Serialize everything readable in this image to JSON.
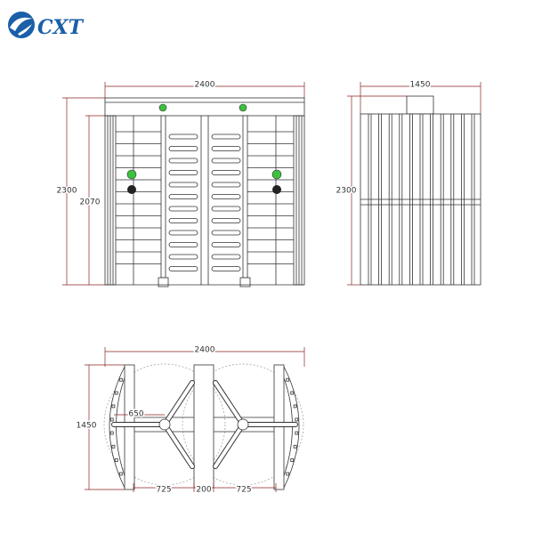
{
  "logo": {
    "text": "CXT"
  },
  "front_view": {
    "width_label": "2400",
    "height_label": "2300",
    "inner_height_label": "2070"
  },
  "side_view": {
    "width_label": "1450",
    "height_label": "2300"
  },
  "top_view": {
    "width_label": "2400",
    "depth_label": "1450",
    "arm_label": "650",
    "left_passage_label": "725",
    "island_label": "200",
    "right_passage_label": "725"
  },
  "colors": {
    "line": "#333333",
    "dimension": "#8b2323",
    "indicator_green": "#3cc13c",
    "card_reader": "#222222",
    "logo_blue": "#1a5fa8"
  }
}
